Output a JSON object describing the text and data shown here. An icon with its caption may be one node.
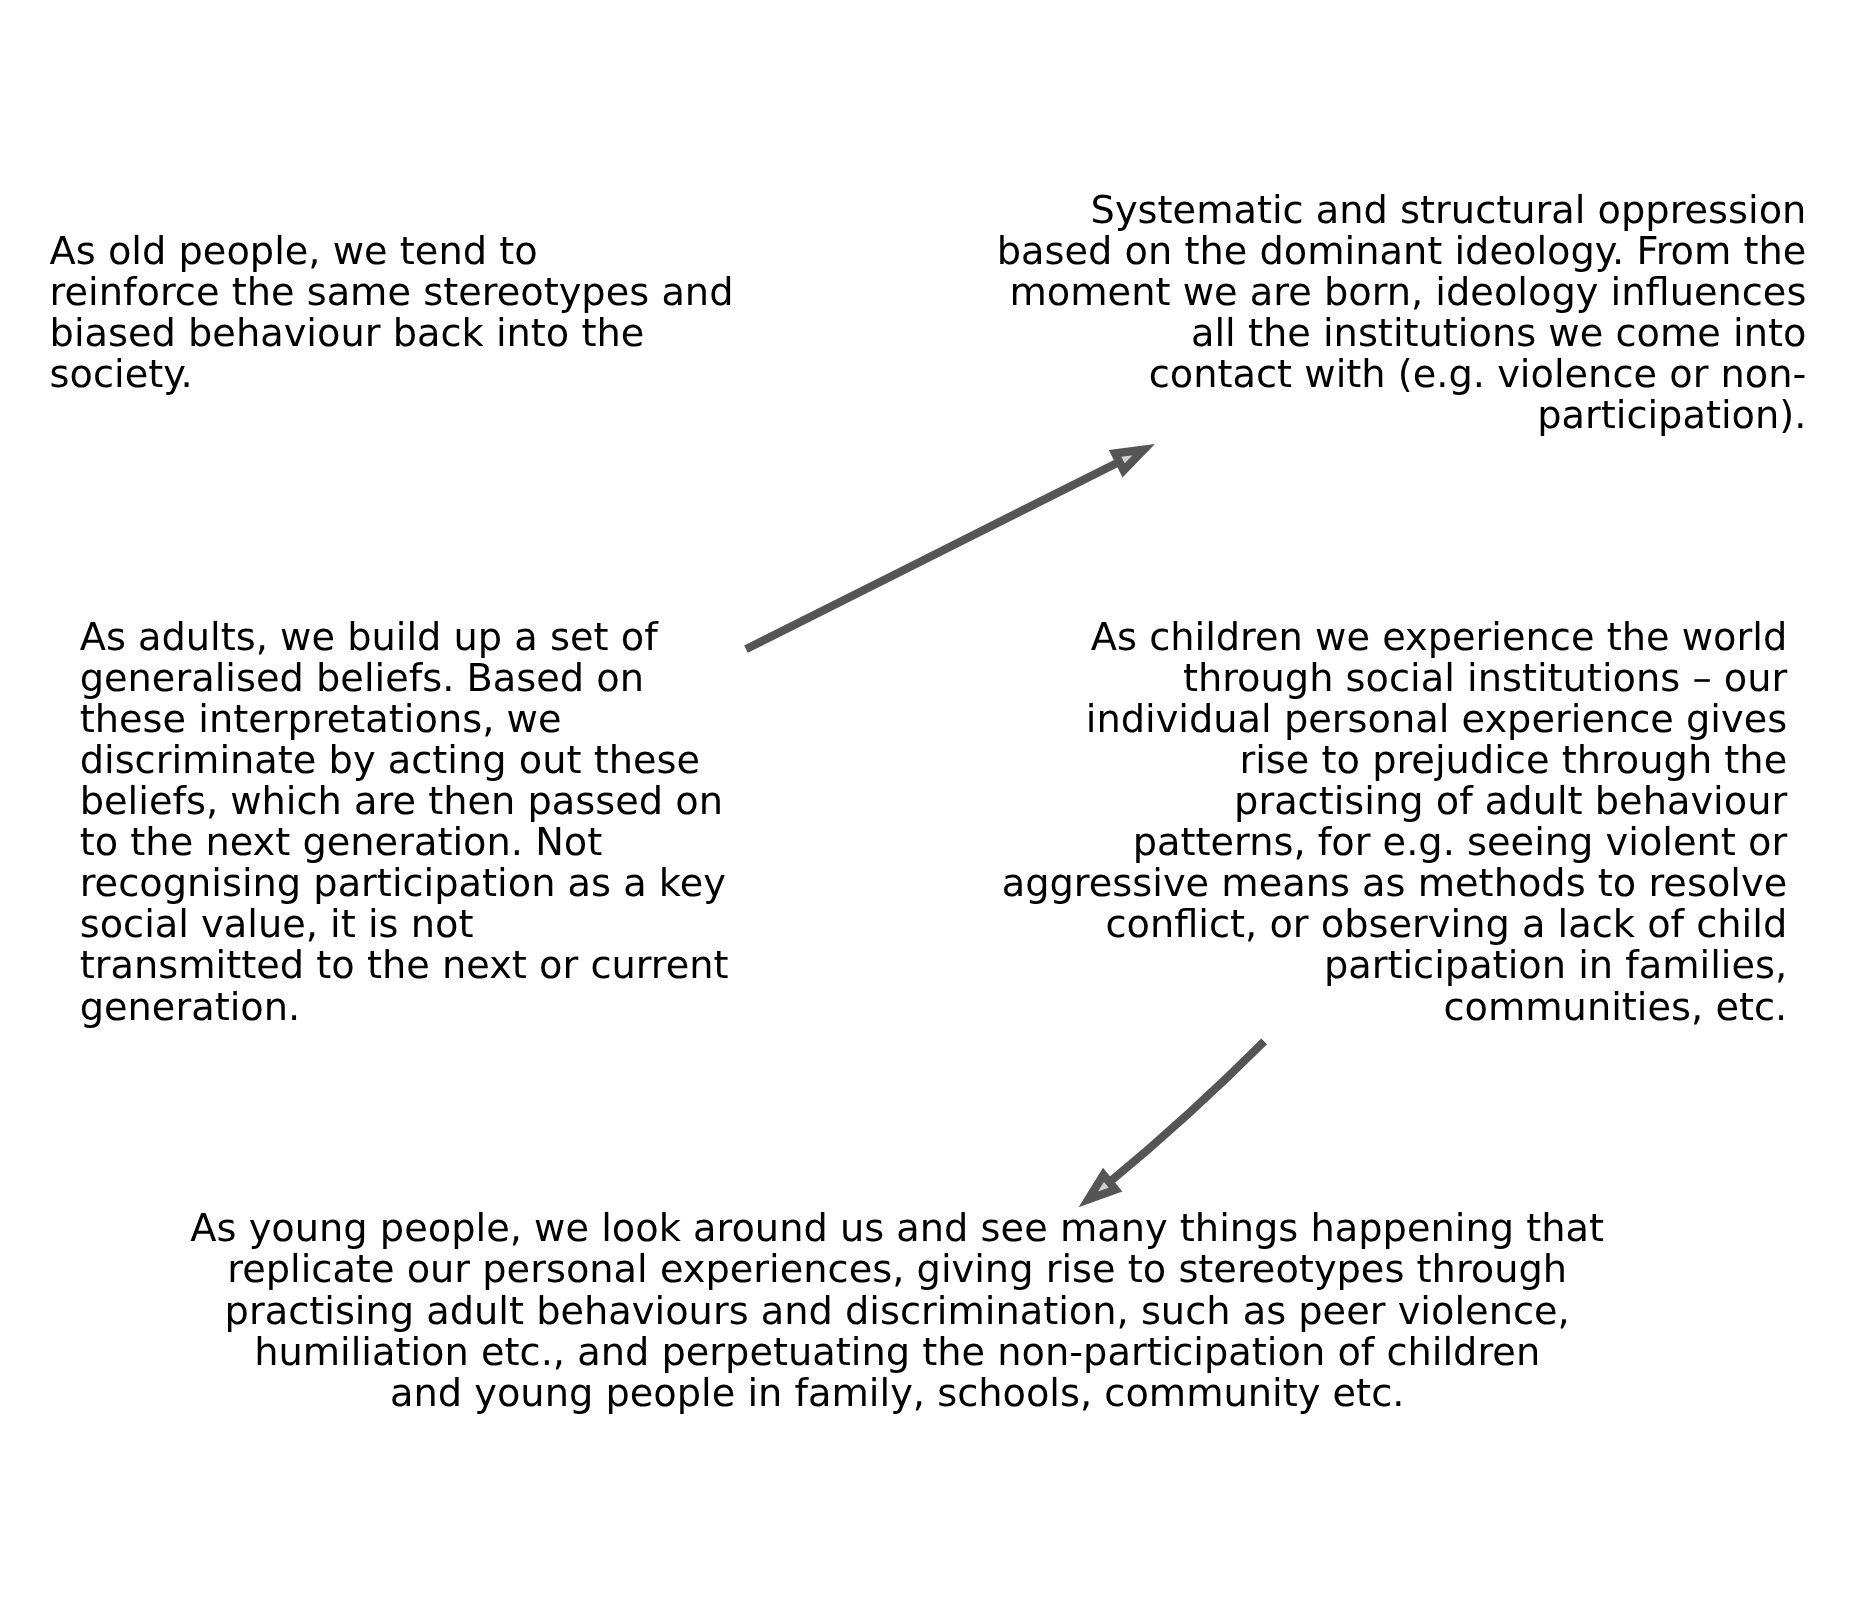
{
  "diagram": {
    "nodes": [
      {
        "text": [
          "As old people, we tend to reinforce the same stereotypes and biased behaviour back into the society."
        ]
      },
      {
        "text": [
          "Systematic and structural oppression based on the dominant ideology. From the moment we are born, ideology influences all the institutions we come into contact with (e.g. violence or non-participation)."
        ]
      },
      {
        "text": [
          "As adults, we build up a set of generalised beliefs. Based on these interpretations, we discriminate by acting out these beliefs, which are then passed on to the next generation. Not recognising participation as a key social value, it is not transmitted to the next or current generation."
        ]
      },
      {
        "text": [
          "As children we experience the world through social institutions – our individual personal experience gives rise to prejudice through the practising of adult behaviour patterns, for e.g. seeing violent or aggressive means as methods to resolve conflict, or observing a lack of child participation in families, communities, etc."
        ]
      },
      {
        "text": [
          "As young people, we look around us and see many things happening that replicate our personal experiences, giving rise to stereotypes through practising adult behaviours and discrimination, such as peer violence, humiliation etc., and perpetuating the non-participation of children and young people in family, schools, community etc."
        ]
      }
    ],
    "edges": [
      {
        "from": 2,
        "to": 1,
        "arrow": "to"
      },
      {
        "from": 3,
        "to": 4,
        "arrow": "to"
      }
    ]
  }
}
